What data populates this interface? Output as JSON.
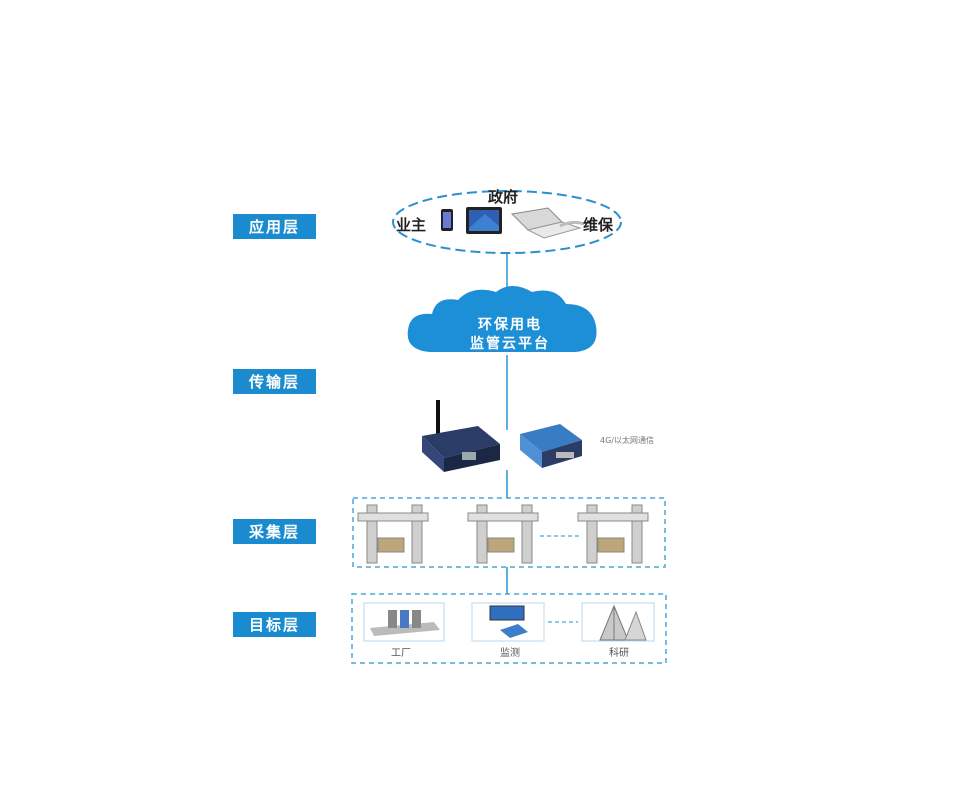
{
  "layers": {
    "application": "应用层",
    "transport": "传输层",
    "collection": "采集层",
    "target": "目标层"
  },
  "application": {
    "top_label": "政府",
    "left_label": "业主",
    "right_label": "维保"
  },
  "cloud": {
    "line1": "环保用电",
    "line2": "监管云平台"
  },
  "transport": {
    "device_caption": "4G/以太网通信"
  },
  "targets": {
    "item1": "工厂",
    "item2": "监测",
    "item3": "科研"
  },
  "colors": {
    "label_bg": "#1b8bd0",
    "cloud": "#1d8fd6",
    "dashed": "#4aa6da",
    "line": "#2a95d5"
  }
}
